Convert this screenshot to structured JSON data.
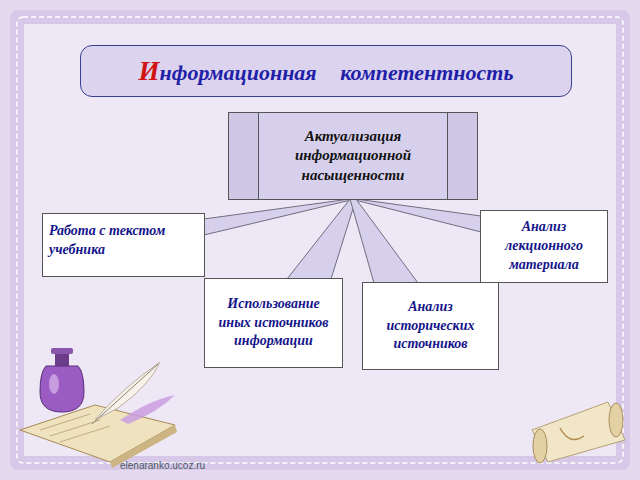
{
  "diagram": {
    "title": "Информационная компетентность",
    "nodes": [
      {
        "text": [
          "Актуализация информационной насыщенности"
        ]
      },
      {
        "text": [
          "Работа с текстом учебника"
        ]
      },
      {
        "text": [
          "Анализ лекционного материала"
        ]
      },
      {
        "text": [
          "Использование иных источников информации"
        ]
      },
      {
        "text": [
          "Анализ исторических источников"
        ]
      }
    ],
    "edges": [
      {
        "from": 0,
        "to": 1,
        "arrow": "none"
      },
      {
        "from": 0,
        "to": 2,
        "arrow": "none"
      },
      {
        "from": 0,
        "to": 3,
        "arrow": "none"
      },
      {
        "from": 0,
        "to": 4,
        "arrow": "none"
      }
    ],
    "labels": [
      "elenaranko.ucoz.ru"
    ]
  }
}
